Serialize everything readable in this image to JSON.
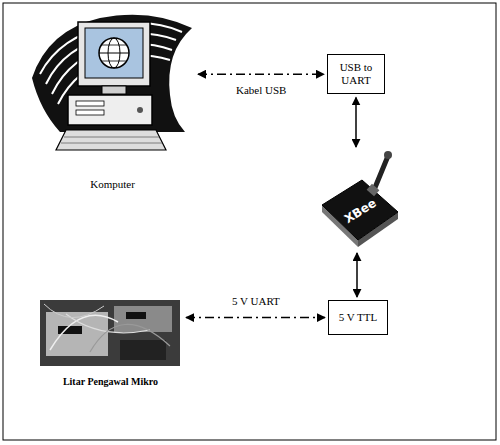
{
  "diagram": {
    "nodes": [
      {
        "text": [
          "Komputer"
        ]
      },
      {
        "text": [
          "USB to UART"
        ]
      },
      {
        "text": [
          "XBee"
        ]
      },
      {
        "text": [
          "5 V TTL"
        ]
      },
      {
        "text": [
          "Litar Pengawal Mikro"
        ]
      }
    ],
    "edges": [
      {
        "from": 0,
        "to": 1,
        "arrow": "both",
        "label": "Kabel USB"
      },
      {
        "from": 1,
        "to": 2,
        "arrow": "both"
      },
      {
        "from": 2,
        "to": 3,
        "arrow": "both"
      },
      {
        "from": 4,
        "to": 3,
        "arrow": "both",
        "label": "5 V UART"
      }
    ]
  }
}
